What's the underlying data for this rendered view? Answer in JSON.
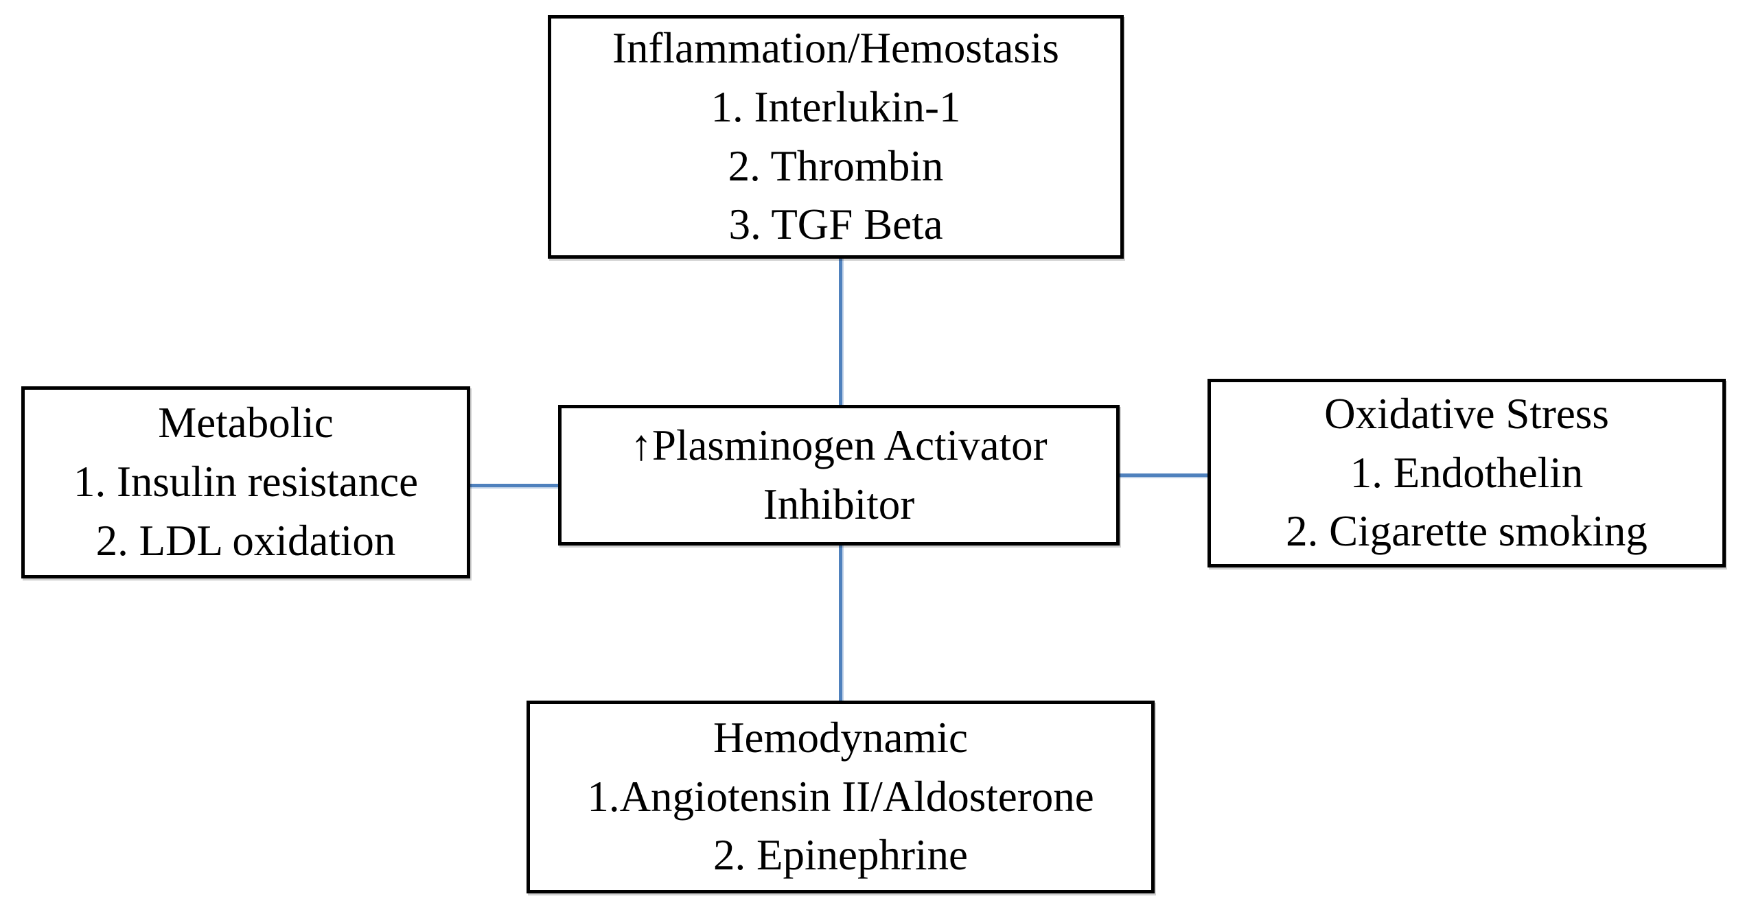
{
  "colors": {
    "connector": "#4f81bd",
    "border": "#000000",
    "text": "#000000",
    "background": "#ffffff"
  },
  "center_box": {
    "line1": "↑Plasminogen Activator",
    "line2": "Inhibitor"
  },
  "top_box": {
    "title": "Inflammation/Hemostasis",
    "items": [
      "1. Interlukin-1",
      "2. Thrombin",
      "3. TGF Beta"
    ]
  },
  "left_box": {
    "title": "Metabolic",
    "items": [
      "1. Insulin resistance",
      "2. LDL oxidation"
    ]
  },
  "right_box": {
    "title": "Oxidative Stress",
    "items": [
      "1. Endothelin",
      "2. Cigarette smoking"
    ]
  },
  "bottom_box": {
    "title": "Hemodynamic",
    "items": [
      "1.Angiotensin II/Aldosterone",
      "2. Epinephrine"
    ]
  }
}
